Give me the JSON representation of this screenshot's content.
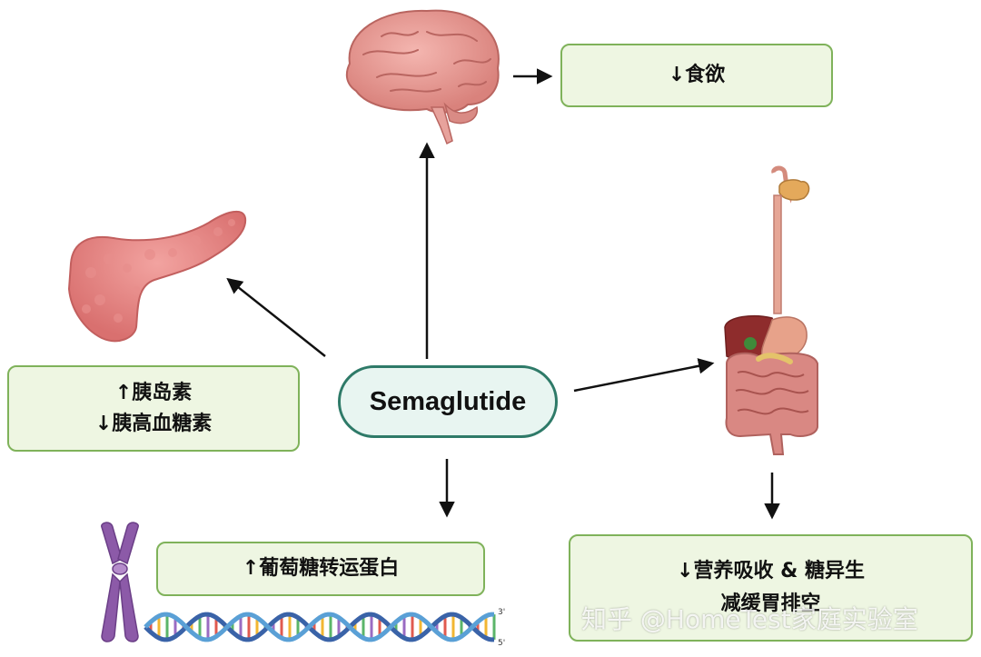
{
  "center": {
    "label": "Semaglutide"
  },
  "effects": {
    "appetite": {
      "line1": "↓食欲"
    },
    "pancreas": {
      "line1": "↑胰岛素",
      "line2": "↓胰高血糖素"
    },
    "glucose": {
      "line1": "↑葡萄糖转运蛋白"
    },
    "gut": {
      "line1": "↓营养吸收 & 糖异生",
      "line2": "减缓胃排空"
    }
  },
  "dna": {
    "label_top": "3'",
    "label_bottom": "5'"
  },
  "watermark": "知乎 @HomeTest家庭实验室",
  "colors": {
    "box_fill": "#eef6e2",
    "box_border": "#7fb25a",
    "center_fill": "#e8f5f1",
    "center_border": "#2e7a68",
    "arrow": "#111111"
  },
  "icons": [
    "brain-icon",
    "pancreas-icon",
    "digestive-system-icon",
    "chromosome-icon",
    "dna-helix-icon"
  ]
}
